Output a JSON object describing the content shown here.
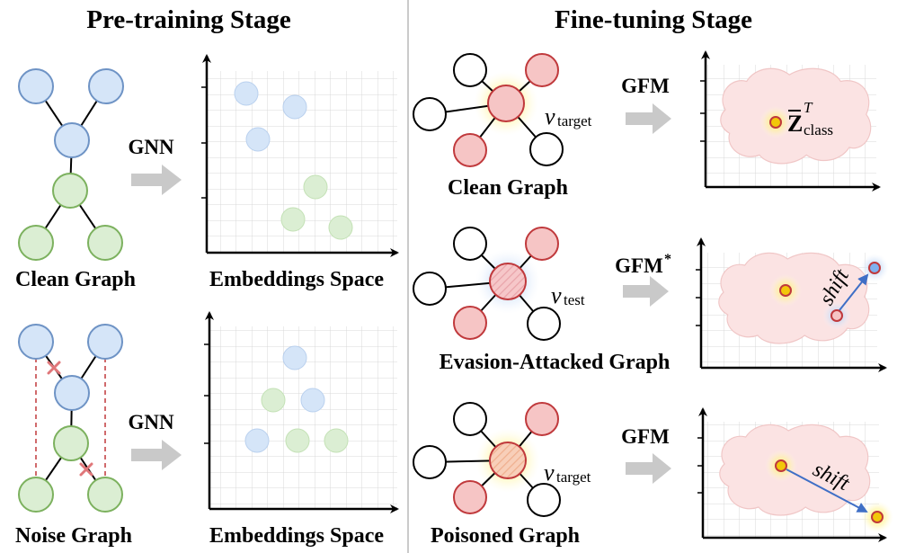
{
  "pretraining": {
    "title": "Pre-training Stage",
    "clean_graph_label": "Clean Graph",
    "noise_graph_label": "Noise Graph",
    "gnn_label_top": "GNN",
    "gnn_label_bottom": "GNN",
    "embeddings_label_top": "Embeddings Space",
    "embeddings_label_bottom": "Embeddings Space"
  },
  "finetuning": {
    "title": "Fine-tuning Stage",
    "row1": {
      "graph_label": "Clean Graph",
      "model_label": "GFM",
      "node_var": "v",
      "node_sub": "target",
      "class_symbol": "Z",
      "class_sup": "T",
      "class_sub": "class"
    },
    "row2": {
      "graph_label": "Evasion-Attacked Graph",
      "model_label": "GFM",
      "model_mark": "*",
      "node_var": "v",
      "node_sub": "test",
      "shift_label": "shift"
    },
    "row3": {
      "graph_label": "Poisoned Graph",
      "model_label": "GFM",
      "node_var": "v",
      "node_sub": "target",
      "shift_label": "shift"
    }
  },
  "colors": {
    "blue_fill": "#d5e5f8",
    "blue_stroke": "#6e93c5",
    "green_fill": "#dbeed3",
    "green_stroke": "#7cb15e",
    "red_fill": "#f6c5c5",
    "red_stroke": "#c0393c",
    "cloud_fill": "#fbe3e3",
    "arrow_gray": "#c9c9c9",
    "shift_arrow": "#3f6fc6",
    "divider": "#b8b8b8",
    "yellow_point": "#f2c70a"
  }
}
